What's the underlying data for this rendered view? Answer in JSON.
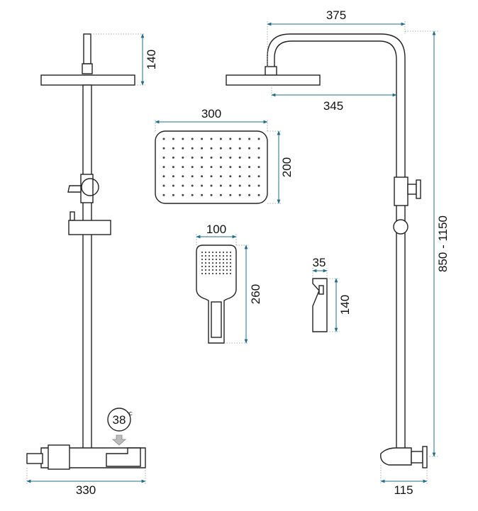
{
  "dimensions": {
    "left_head_height": "140",
    "top_arm_width": "375",
    "head_arm_reach": "345",
    "rain_head_width": "300",
    "rain_head_depth": "200",
    "hand_shower_width": "100",
    "hand_shower_length": "260",
    "holder_width": "35",
    "holder_height": "140",
    "column_height_range": "850 - 1150",
    "thermostat_width": "330",
    "wall_projection": "115"
  },
  "thermostat_display": "38",
  "thermostat_unit": "°C",
  "colors": {
    "dimension_line": "#1f6f8b",
    "part_outline": "#222222",
    "extension_line": "#7f9ba6"
  },
  "icons": {
    "thermostat_display": "digital-temperature-display-icon",
    "arrow": "down-arrow-icon"
  }
}
